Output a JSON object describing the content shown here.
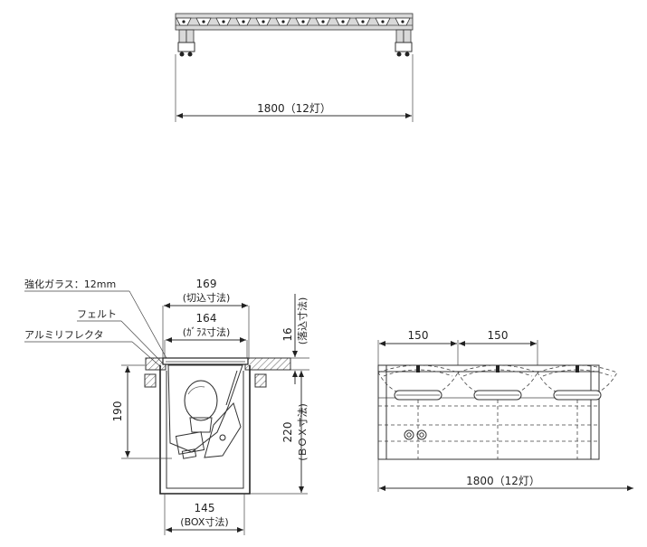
{
  "top_view": {
    "width_label": "1800（12灯）"
  },
  "section_view": {
    "glass_label": "強化ガラス：12mm",
    "felt_label": "フェルト",
    "reflector_label": "アルミリフレクタ",
    "cut_dim_value": "169",
    "cut_dim_note": "(切込寸法)",
    "glass_dim_value": "164",
    "glass_dim_note": "(ｶﾞﾗｽ寸法)",
    "drop_dim_value": "16",
    "drop_dim_note": "(落込寸法)",
    "height_dim_value": "190",
    "box_height_value": "220",
    "box_height_note": "(ＢＯＸ寸法)",
    "box_width_value": "145",
    "box_width_note": "(BOX寸法)"
  },
  "side_view": {
    "pitch_1": "150",
    "pitch_2": "150",
    "width_label": "1800（12灯）"
  }
}
